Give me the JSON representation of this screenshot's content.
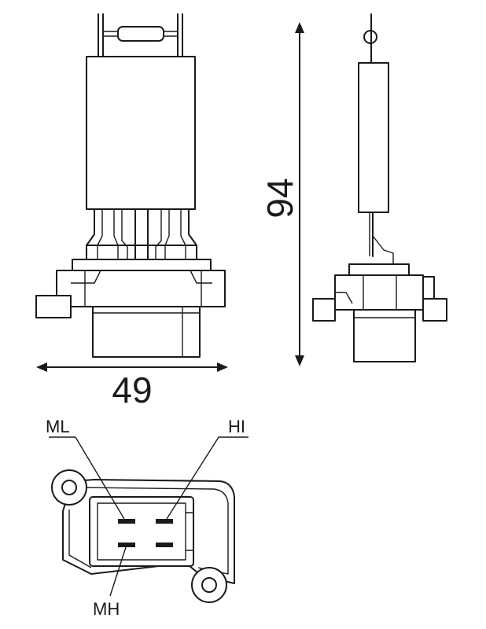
{
  "dimensions": {
    "width_label": "49",
    "height_label": "94"
  },
  "pins": {
    "ml": "ML",
    "hi": "HI",
    "mh": "MH"
  }
}
